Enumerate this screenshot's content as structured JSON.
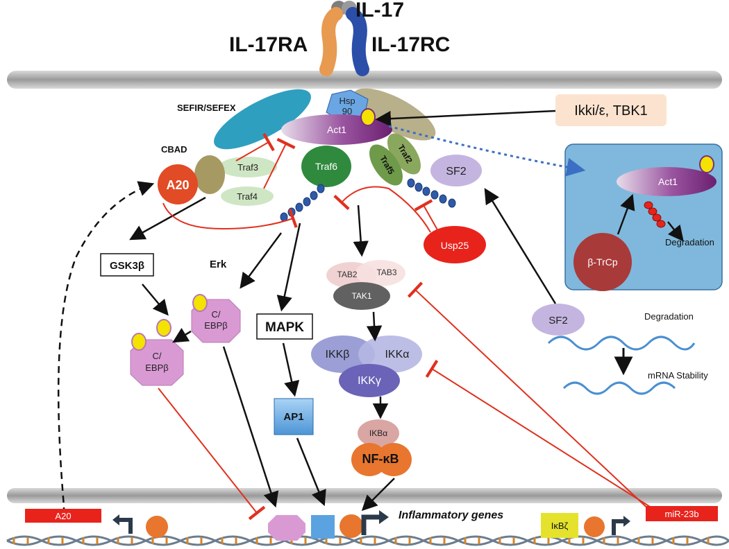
{
  "receptor": {
    "ligand": "IL-17",
    "subunit_a": "IL-17RA",
    "subunit_c": "IL-17RC"
  },
  "complex": {
    "sefir": "SEFIR/SEFEX",
    "cbad": "CBAD",
    "hsp_line1": "Hsp",
    "hsp_line2": "90",
    "act1": "Act1",
    "traf3": "Traf3",
    "traf4": "Traf4",
    "traf6": "Traf6",
    "traf2": "Traf2",
    "traf5": "Traf5",
    "sf2": "SF2",
    "a20": "A20",
    "usp25": "Usp25"
  },
  "kinase_box": "Ikki/ε, TBK1",
  "inset": {
    "act1": "Act1",
    "btrcp": "β-TrCp",
    "degradation": "Degradation"
  },
  "signaling": {
    "gsk3b": "GSK3β",
    "erk": "Erk",
    "cebpb_line1": "C/",
    "cebpb_line2": "EBPβ",
    "mapk": "MAPK",
    "ap1": "AP1",
    "tab2": "TAB2",
    "tab3": "TAB3",
    "tak1": "TAK1",
    "ikkb": "IKKβ",
    "ikka": "IKKα",
    "ikkg": "IKKγ",
    "ikba": "IKBα",
    "nfkb": "NF-κB",
    "sf2": "SF2",
    "mrna_degradation": "Degradation",
    "mrna_stability": "mRNA Stability"
  },
  "nucleus": {
    "a20_gene": "A20",
    "inflammatory": "Inflammatory genes",
    "ikbz": "IκBζ",
    "mir23b": "miR-23b"
  },
  "colors": {
    "activation_arrow": "#111111",
    "inhibition_line": "#e0301e",
    "membrane": "#8e8e8e",
    "inset_bg": "#7fb8dc",
    "act1": "#7b2d7e",
    "traf6": "#2f8a3e",
    "a20": "#e14b25",
    "usp25": "#e8231c",
    "nfkb": "#e8762e",
    "phospho": "#f4e200"
  }
}
